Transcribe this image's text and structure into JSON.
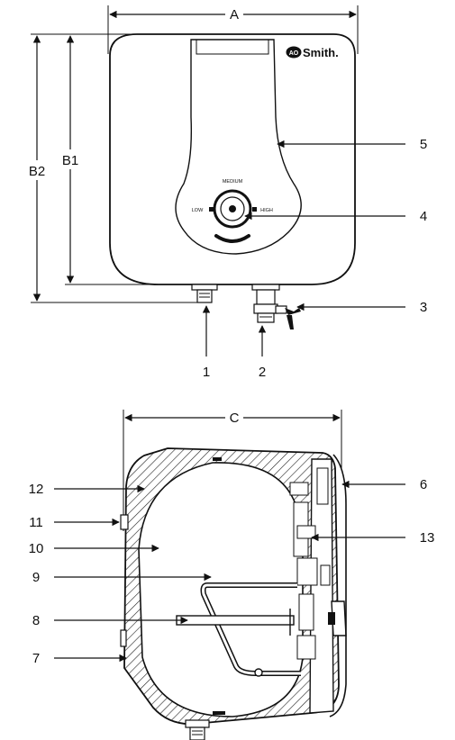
{
  "dimensions": {
    "A": "A",
    "B1": "B1",
    "B2": "B2",
    "C": "C"
  },
  "brand": {
    "logo_mark": "AO",
    "name": "Smith."
  },
  "knob": {
    "low": "LOW",
    "medium": "MEDIUM",
    "high": "HIGH"
  },
  "callouts": {
    "c1": "1",
    "c2": "2",
    "c3": "3",
    "c4": "4",
    "c5": "5",
    "c6": "6",
    "c7": "7",
    "c8": "8",
    "c9": "9",
    "c10": "10",
    "c11": "11",
    "c12": "12",
    "c13": "13"
  }
}
